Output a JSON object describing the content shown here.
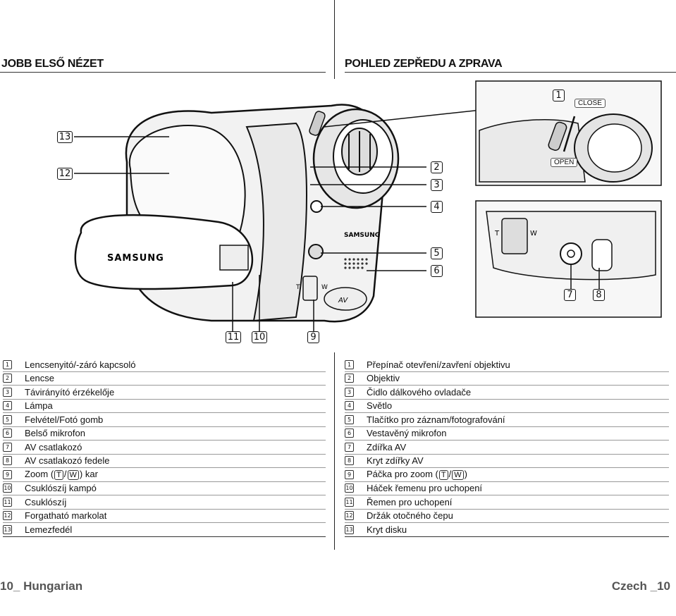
{
  "headings": {
    "left": "JOBB ELSŐ NÉZET",
    "right": "POHLED ZEPŘEDU A ZPRAVA"
  },
  "illustration": {
    "brand_handstrap": "SAMSUNG",
    "brand_body": "SAMSUNG",
    "close_label": "CLOSE",
    "open_label": "OPEN",
    "av_label": "AV",
    "t_label": "T",
    "w_label": "W",
    "callouts": {
      "c1": "1",
      "c2": "2",
      "c3": "3",
      "c4": "4",
      "c5": "5",
      "c6": "6",
      "c7": "7",
      "c8": "8",
      "c9": "9",
      "c10": "10",
      "c11": "11",
      "c12": "12",
      "c13": "13"
    }
  },
  "legend_left": [
    {
      "n": "1",
      "text": "Lencsenyitó/-záró kapcsoló"
    },
    {
      "n": "2",
      "text": "Lencse"
    },
    {
      "n": "3",
      "text": "Távirányító érzékelője"
    },
    {
      "n": "4",
      "text": "Lámpa"
    },
    {
      "n": "5",
      "text": "Felvétel/Fotó gomb"
    },
    {
      "n": "6",
      "text": "Belső mikrofon"
    },
    {
      "n": "7",
      "text": "AV csatlakozó"
    },
    {
      "n": "8",
      "text": "AV csatlakozó fedele"
    },
    {
      "n": "9",
      "pre": "Zoom (",
      "t": "T",
      "sep": "/",
      "w": "W",
      "post": ") kar"
    },
    {
      "n": "10",
      "text": "Csuklószíj kampó"
    },
    {
      "n": "11",
      "text": "Csuklószíj"
    },
    {
      "n": "12",
      "text": "Forgatható markolat"
    },
    {
      "n": "13",
      "text": "Lemezfedél"
    }
  ],
  "legend_right": [
    {
      "n": "1",
      "text": "Přepínač otevření/zavření objektivu"
    },
    {
      "n": "2",
      "text": "Objektiv"
    },
    {
      "n": "3",
      "text": "Čidlo dálkového ovladače"
    },
    {
      "n": "4",
      "text": "Světlo"
    },
    {
      "n": "5",
      "text": "Tlačítko pro záznam/fotografování"
    },
    {
      "n": "6",
      "text": "Vestavěný mikrofon"
    },
    {
      "n": "7",
      "text": "Zdířka AV"
    },
    {
      "n": "8",
      "text": "Kryt zdířky AV"
    },
    {
      "n": "9",
      "pre": "Páčka pro zoom (",
      "t": "T",
      "sep": "/",
      "w": "W",
      "post": ")"
    },
    {
      "n": "10",
      "text": "Háček řemenu pro uchopení"
    },
    {
      "n": "11",
      "text": "Řemen pro uchopení"
    },
    {
      "n": "12",
      "text": "Držák otočného čepu"
    },
    {
      "n": "13",
      "text": "Kryt disku"
    }
  ],
  "footer": {
    "left": "10_ Hungarian",
    "right": "Czech _10"
  }
}
